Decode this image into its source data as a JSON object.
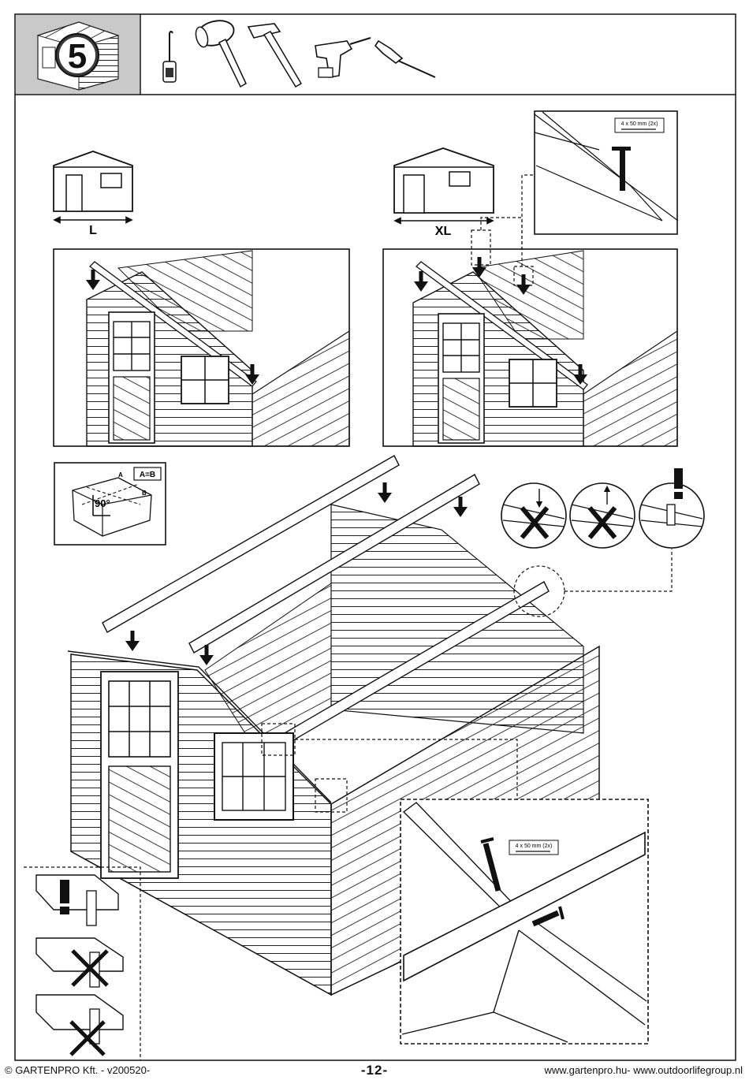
{
  "header": {
    "step_number": "5",
    "tool_icons": [
      "tape-measure-icon",
      "rubber-mallet-icon",
      "hammer-icon",
      "power-drill-icon",
      "screwdriver-icon"
    ]
  },
  "size_labels": {
    "small_shed": "L",
    "large_shed": "XL"
  },
  "fasteners": {
    "nail_spec_top": "4 x 50 mm (2x)",
    "nail_spec_bottom": "4 x 50 mm (2x)"
  },
  "diagonal_check": {
    "equation": "A=B",
    "point_a": "A",
    "point_b": "B",
    "angle": "90°"
  },
  "warnings": {
    "mark": "!"
  },
  "footer": {
    "left": "© GARTENPRO Kft. - v200520-",
    "center": "-12-",
    "right": "www.gartenpro.hu- www.outdoorlifegroup.nl"
  }
}
